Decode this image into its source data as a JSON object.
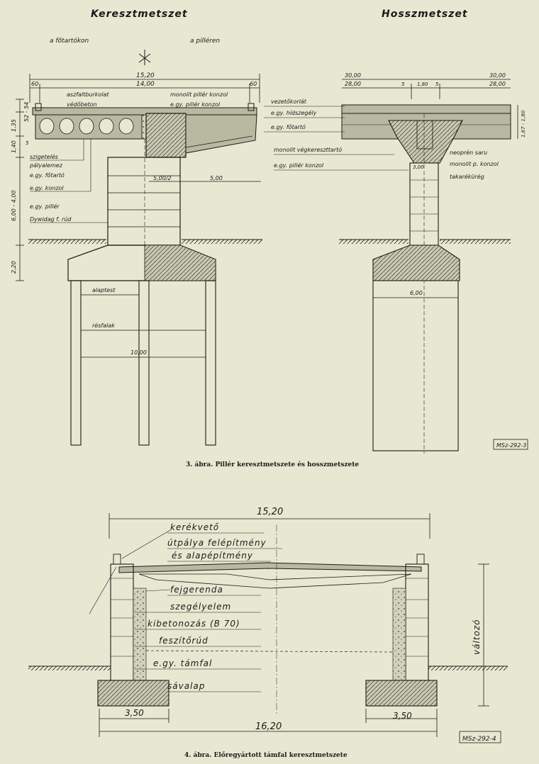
{
  "fig3": {
    "title_left": "Keresztmetszet",
    "title_right": "Hosszmetszet",
    "sub_left": "a főtartókon",
    "sub_right": "a pilléren",
    "dims_top": {
      "total": "15,20",
      "inner": "14,00",
      "edge_left": "60",
      "edge_right": "60"
    },
    "dims_left": [
      "52 - 54",
      "1,35",
      "1,40",
      "5",
      "6,00 - 4,00",
      "2,20"
    ],
    "labels_left": [
      "aszfaltburkolat",
      "védőbeton",
      "szigetelés",
      "pályalemez",
      "e.gy. főtartó",
      "e.gy. konzol",
      "e.gy. pillér",
      "Dywidag f. rúd",
      "alaptest",
      "résfalak"
    ],
    "labels_mid": [
      "monolit pillér konzol",
      "e.gy. pillér konzol"
    ],
    "dim_half": "5,00/2",
    "dim_five": "5,00",
    "dim_base": "10,00",
    "right_dims": {
      "left": "30,00",
      "left2": "28,00",
      "right": "30,00",
      "right2": "28,00",
      "c1": "5",
      "c2": "1,80",
      "c3": "5",
      "v": "1,67 - 1,80",
      "mid": "3,00",
      "base": "6,00"
    },
    "labels_right": [
      "vezetőkorlát",
      "e.gy. hídszegély",
      "e.gy. főtartó",
      "monolit végkereszttartó",
      "e.gy. pillér konzol",
      "neoprén saru",
      "monolit p. konzol",
      "takarékürég"
    ],
    "stamp": "MSz-292-3",
    "caption": "3. ábra. Pillér keresztmetszete és hosszmetszete"
  },
  "fig4": {
    "dim_top": "15,20",
    "labels": [
      "kerékvető",
      "útpálya felépítmény",
      "és alapépítmény",
      "fejgerenda",
      "szegélyelem",
      "kibetonozás (B 70)",
      "feszítőrúd",
      "e.gy. támfal",
      "sávalap"
    ],
    "side_label": "változó",
    "dim_left": "3,50",
    "dim_right": "3,50",
    "dim_bottom": "16,20",
    "stamp": "MSz-292-4",
    "caption": "4. ábra. Előregyártott támfal keresztmetszete"
  }
}
